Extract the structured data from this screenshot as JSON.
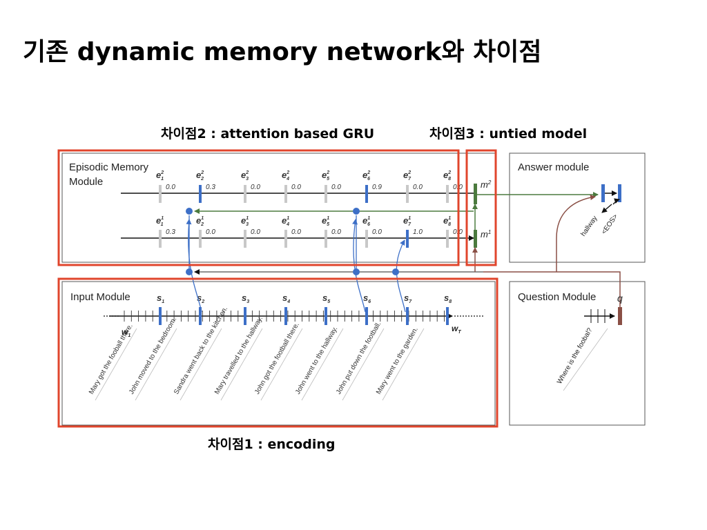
{
  "slide": {
    "title": "기존 dynamic memory network와 차이점"
  },
  "annotations": {
    "diff1": "차이점1 : encoding",
    "diff2": "차이점2 : attention based GRU",
    "diff3": "차이점3 : untied model"
  },
  "figure": {
    "episodic_title_line1": "Episodic Memory",
    "episodic_title_line2": "Module",
    "answer_title": "Answer module",
    "input_title": "Input Module",
    "question_title": "Question Module",
    "memory_labels": [
      "m",
      "m"
    ],
    "memory_sup": [
      "2",
      "1"
    ],
    "question_label": "q",
    "episode_labels": [
      "e",
      "e",
      "e",
      "e",
      "e",
      "e",
      "e",
      "e"
    ],
    "episode_subs": [
      "1",
      "2",
      "3",
      "4",
      "5",
      "6",
      "7",
      "8"
    ],
    "episode_sup_top": "2",
    "episode_sup_bottom": "1",
    "gates_pass2": [
      "0.0",
      "0.3",
      "0.0",
      "0.0",
      "0.0",
      "0.9",
      "0.0",
      "0.0"
    ],
    "gates_pass1": [
      "0.3",
      "0.0",
      "0.0",
      "0.0",
      "0.0",
      "0.0",
      "1.0",
      "0.0"
    ],
    "fact_labels": [
      "s",
      "s",
      "s",
      "s",
      "s",
      "s",
      "s",
      "s"
    ],
    "fact_subs": [
      "1",
      "2",
      "3",
      "4",
      "5",
      "6",
      "7",
      "8"
    ],
    "word_start": "w",
    "word_start_sub": "1",
    "word_end": "w",
    "word_end_sub": "T",
    "sentences": [
      "Mary got the fooball there.",
      "John moved to the bedroom.",
      "Sandra went back to the kitchen.",
      "Mary travelled to the hallway.",
      "John got the football there.",
      "John went to the hallway.",
      "John put down the football.",
      "Mary went to the garden."
    ],
    "question_text": "Where is the foobal?",
    "answer_words": [
      "hallway",
      "<EOS>"
    ]
  },
  "colors": {
    "highlight_red": "#e0452c",
    "blue": "#3d6fc7",
    "green": "#4b7a3e",
    "brown": "#8a4f45",
    "gray_bar": "#c8c8c8"
  }
}
